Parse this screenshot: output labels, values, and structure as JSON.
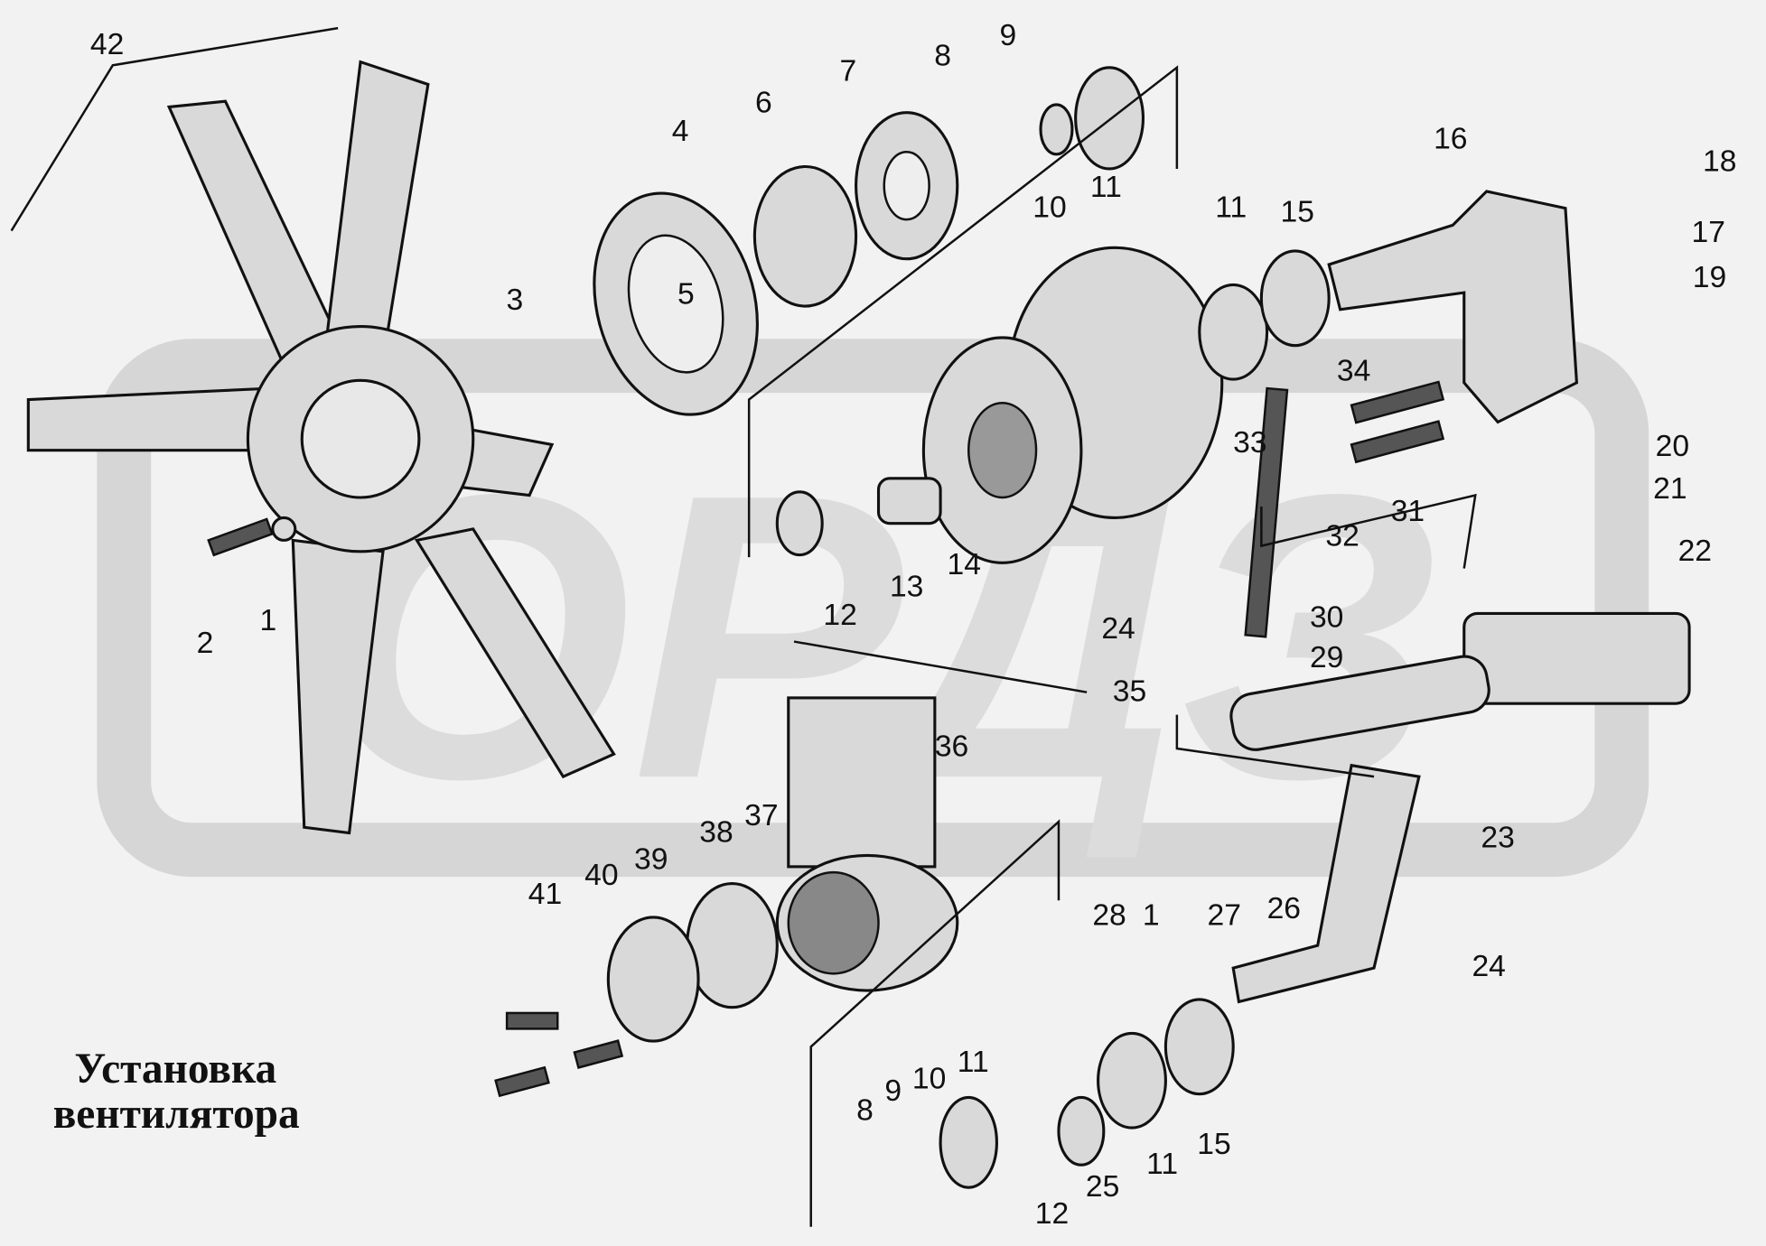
{
  "title_line1": "Установка",
  "title_line2": "вентилятора",
  "watermark": "ОРДЗ",
  "labels": [
    "42",
    "9",
    "8",
    "7",
    "6",
    "4",
    "10",
    "11",
    "16",
    "18",
    "17",
    "19",
    "11",
    "15",
    "3",
    "5",
    "34",
    "33",
    "20",
    "21",
    "31",
    "32",
    "22",
    "12",
    "13",
    "14",
    "2",
    "1",
    "24",
    "30",
    "29",
    "35",
    "36",
    "37",
    "38",
    "39",
    "40",
    "41",
    "23",
    "28",
    "1",
    "27",
    "26",
    "24",
    "11",
    "10",
    "9",
    "8",
    "15",
    "11",
    "25",
    "12"
  ]
}
